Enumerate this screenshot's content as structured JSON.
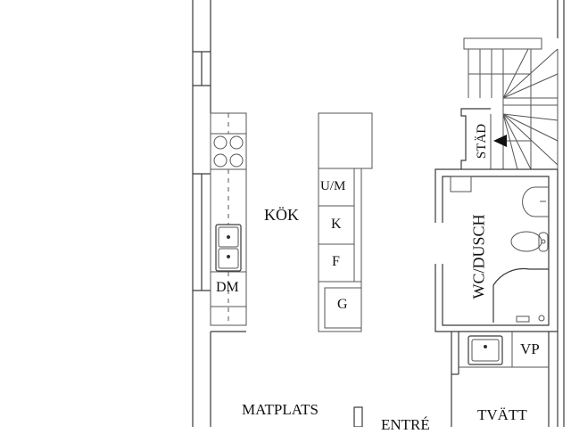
{
  "plan": {
    "rooms": {
      "kitchen": "KÖK",
      "dining": "MATPLATS",
      "entrance": "ENTRÉ",
      "laundry": "TVÄTT",
      "bathroom": "WC/DUSCH",
      "cleaning": "STÄD"
    },
    "appliances": {
      "dishwasher": "DM",
      "oven_micro": "U/M",
      "fridge": "K",
      "freezer": "F",
      "wardrobe": "G",
      "water_heater": "VP"
    },
    "colors": {
      "line": "#3a3a3a",
      "background": "#ffffff",
      "text": "#111111"
    }
  }
}
